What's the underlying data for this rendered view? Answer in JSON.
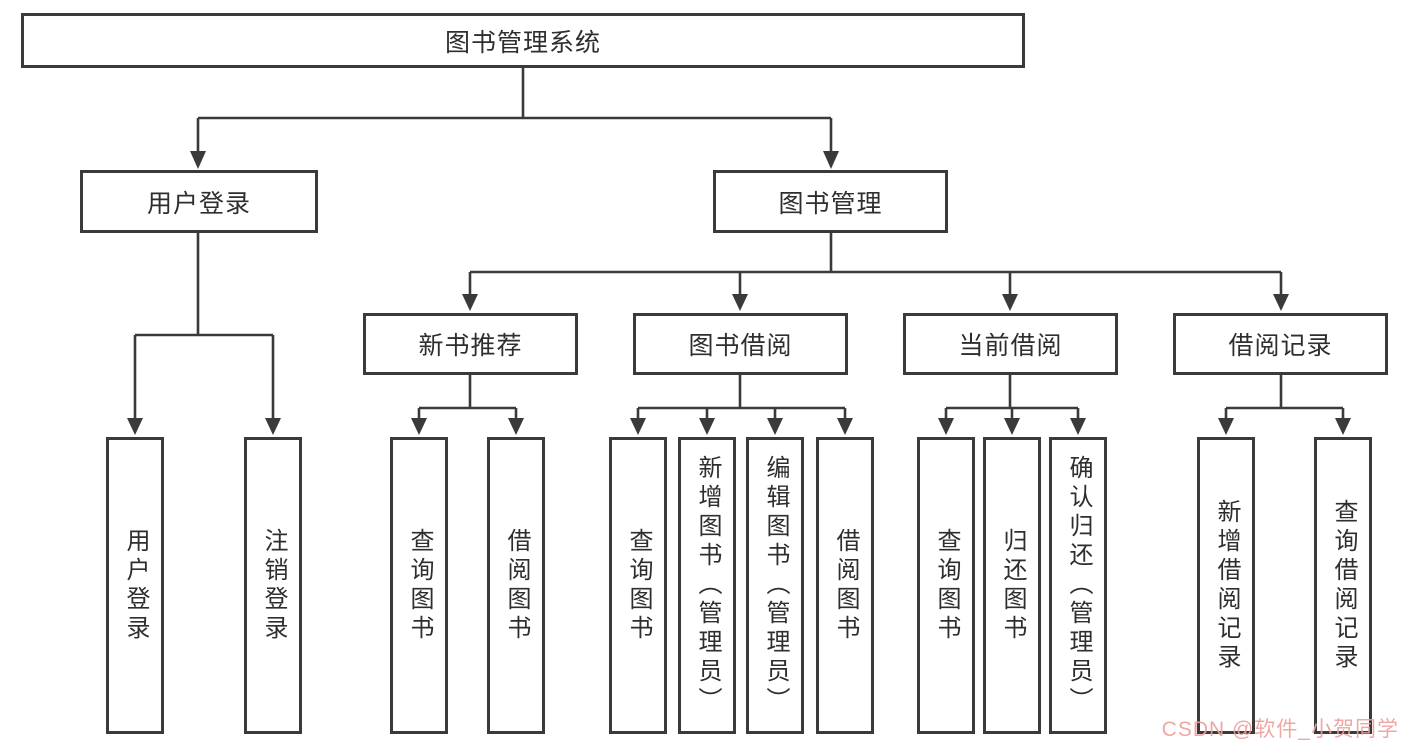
{
  "diagram": {
    "root_label": "图书管理系统",
    "level2": [
      {
        "label": "用户登录"
      },
      {
        "label": "图书管理"
      }
    ],
    "level3": [
      {
        "label": "新书推荐"
      },
      {
        "label": "图书借阅"
      },
      {
        "label": "当前借阅"
      },
      {
        "label": "借阅记录"
      }
    ],
    "leaves": {
      "user_login": [
        {
          "label": "用户登录"
        },
        {
          "label": "注销登录"
        }
      ],
      "new_book_rec": [
        {
          "label": "查询图书"
        },
        {
          "label": "借阅图书"
        }
      ],
      "book_borrow": [
        {
          "label": "查询图书"
        },
        {
          "label": "新增图书（管理员）"
        },
        {
          "label": "编辑图书（管理员）"
        },
        {
          "label": "借阅图书"
        }
      ],
      "current_borrow": [
        {
          "label": "查询图书"
        },
        {
          "label": "归还图书"
        },
        {
          "label": "确认归还（管理员）"
        }
      ],
      "borrow_records": [
        {
          "label": "新增借阅记录"
        },
        {
          "label": "查询借阅记录"
        }
      ]
    },
    "watermark": "CSDN @软件_小贺同学",
    "colors": {
      "line": "#3a3a3a",
      "text": "#2e2e2e",
      "watermark": "#eea09c"
    }
  }
}
